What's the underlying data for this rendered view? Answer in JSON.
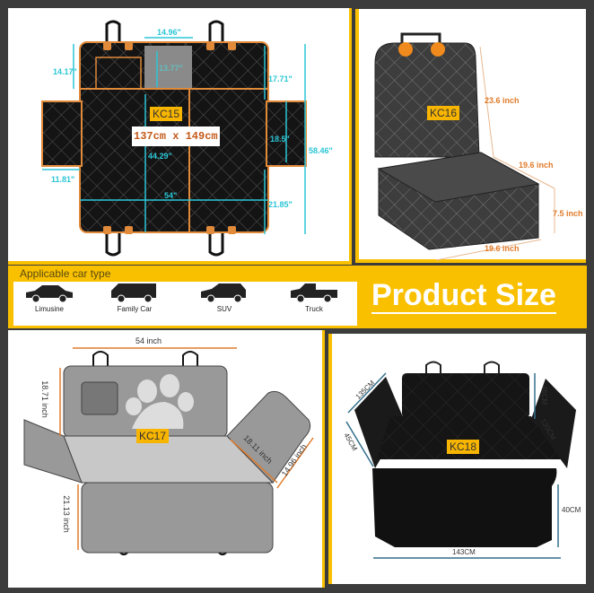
{
  "colors": {
    "accent": "#f9c000",
    "frame": "#3c3c3c",
    "dimension_cyan": "#2bc6d6",
    "dimension_orange": "#e07b2a"
  },
  "kc15": {
    "tag": "KC15",
    "size_label": "137cm x 149cm",
    "dims": [
      "14.96\"",
      "13.77\"",
      "14.17\"",
      "17.71\"",
      "18.5\"",
      "58.46\"",
      "11.81\"",
      "44.29\"",
      "54\"",
      "21.85\""
    ]
  },
  "kc16": {
    "tag": "KC16",
    "dims": [
      "23.6 inch",
      "19.6 inch",
      "7.5 inch",
      "19.6 inch"
    ]
  },
  "banner": {
    "title": "Applicable car type",
    "heading": "Product Size",
    "cars": [
      {
        "label": "Limusine",
        "icon": "sedan-icon"
      },
      {
        "label": "Family Car",
        "icon": "van-icon"
      },
      {
        "label": "SUV",
        "icon": "suv-icon"
      },
      {
        "label": "Truck",
        "icon": "pickup-truck-icon"
      }
    ]
  },
  "kc17": {
    "tag": "KC17",
    "dims": [
      "54 inch",
      "18.71 inch",
      "18.11 inch",
      "14.96 inch",
      "21.13 inch"
    ]
  },
  "kc18": {
    "tag": "KC18",
    "dims": [
      "135CM",
      "45CM",
      "46CM",
      "130CM",
      "40CM",
      "143CM"
    ]
  }
}
